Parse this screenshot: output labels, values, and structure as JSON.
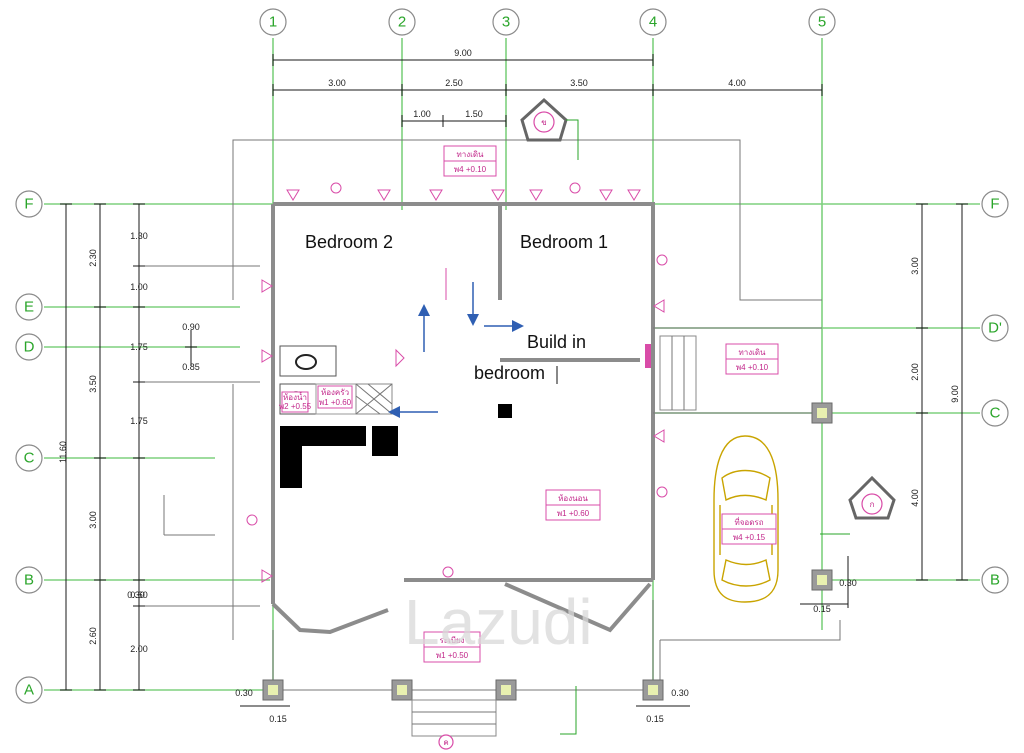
{
  "axes": {
    "top": [
      "1",
      "2",
      "3",
      "4",
      "5"
    ],
    "left": [
      "F",
      "E",
      "D",
      "C",
      "B",
      "A"
    ],
    "right": [
      "F",
      "D'",
      "C",
      "B"
    ]
  },
  "dimensions": {
    "top_total": "9.00",
    "top": [
      "3.00",
      "2.50",
      "3.50",
      "4.00"
    ],
    "top_sub": [
      "1.00",
      "1.50"
    ],
    "left_outer": "11.60",
    "left_mid": [
      "2.30",
      "3.50",
      "3.00",
      "2.60"
    ],
    "left_inner": [
      "1.30",
      "1.00",
      "1.75",
      "1.75",
      "0.60",
      "2.00"
    ],
    "left_small": [
      "0.90",
      "0.85"
    ],
    "right_outer": "9.00",
    "right_mid": [
      "3.00",
      "2.00",
      "4.00"
    ],
    "small_offsets": [
      "0.30",
      "0.30",
      "0.30",
      "0.30",
      "0.15",
      "0.15",
      "0.15"
    ]
  },
  "rooms": {
    "bedroom2": "Bedroom 2",
    "bedroom1": "Bedroom 1",
    "build_in_1": "Build in",
    "build_in_2": "bedroom"
  },
  "tags": [
    {
      "l1": "ทางเดิน",
      "l2": "พ4 +0.10"
    },
    {
      "l1": "ทางเดิน",
      "l2": "พ4 +0.10"
    },
    {
      "l1": "ห้องนอน",
      "l2": "พ1 +0.60"
    },
    {
      "l1": "ที่จอดรถ",
      "l2": "พ4 +0.15"
    },
    {
      "l1": "ห้องครัว",
      "l2": "พ1 +0.60"
    },
    {
      "l1": "ห้องน้ำ",
      "l2": "พ2 +0.55"
    },
    {
      "l1": "ระเบียง",
      "l2": "พ1 +0.50"
    }
  ],
  "markers": {
    "north1": "ข",
    "north2": "ก",
    "bottom": "ค"
  },
  "watermark": "Lazudi"
}
